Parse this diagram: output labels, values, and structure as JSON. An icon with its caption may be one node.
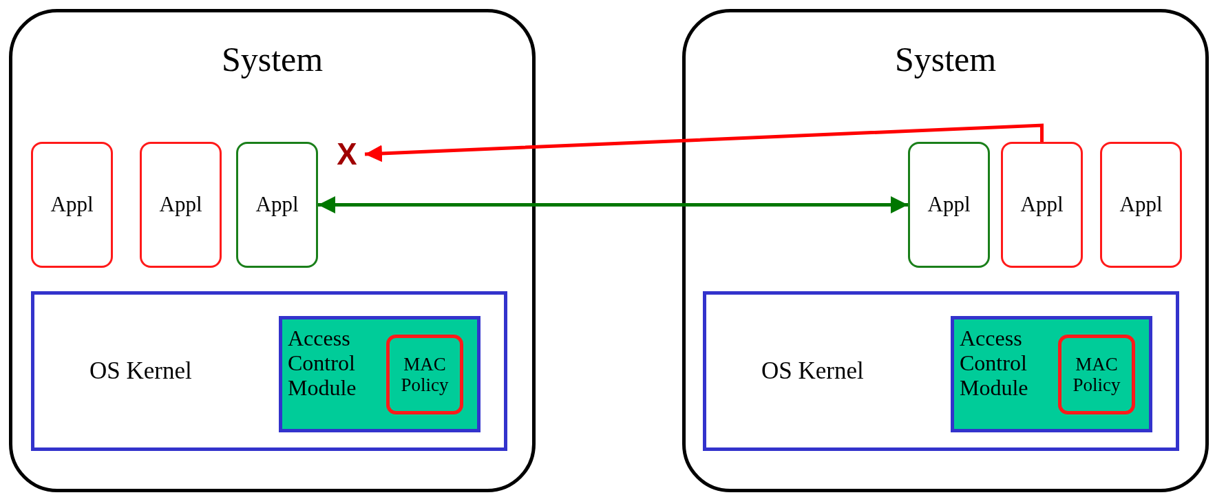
{
  "diagram": {
    "nodes": [
      {
        "text": [
          "System"
        ]
      },
      {
        "text": [
          "Appl"
        ],
        "in": 0
      },
      {
        "text": [
          "Appl"
        ],
        "in": 0
      },
      {
        "text": [
          "Appl"
        ],
        "in": 0
      },
      {
        "text": [
          "X"
        ],
        "in": 0
      },
      {
        "text": [
          "OS Kernel"
        ],
        "in": 0
      },
      {
        "text": [
          "Access Control Module"
        ],
        "in": 5
      },
      {
        "text": [
          "MAC Policy"
        ],
        "in": 6
      },
      {
        "text": [
          "System"
        ]
      },
      {
        "text": [
          "Appl"
        ],
        "in": 8
      },
      {
        "text": [
          "Appl"
        ],
        "in": 8
      },
      {
        "text": [
          "Appl"
        ],
        "in": 8
      },
      {
        "text": [
          "OS Kernel"
        ],
        "in": 8
      },
      {
        "text": [
          "Access Control Module"
        ],
        "in": 12
      },
      {
        "text": [
          "MAC Policy"
        ],
        "in": 13
      }
    ],
    "edges": [
      {
        "from": 10,
        "to": 4,
        "arrow": "to",
        "color": "#ff0000"
      },
      {
        "from": 3,
        "to": 9,
        "arrow": "both",
        "color": "#007700"
      }
    ]
  }
}
